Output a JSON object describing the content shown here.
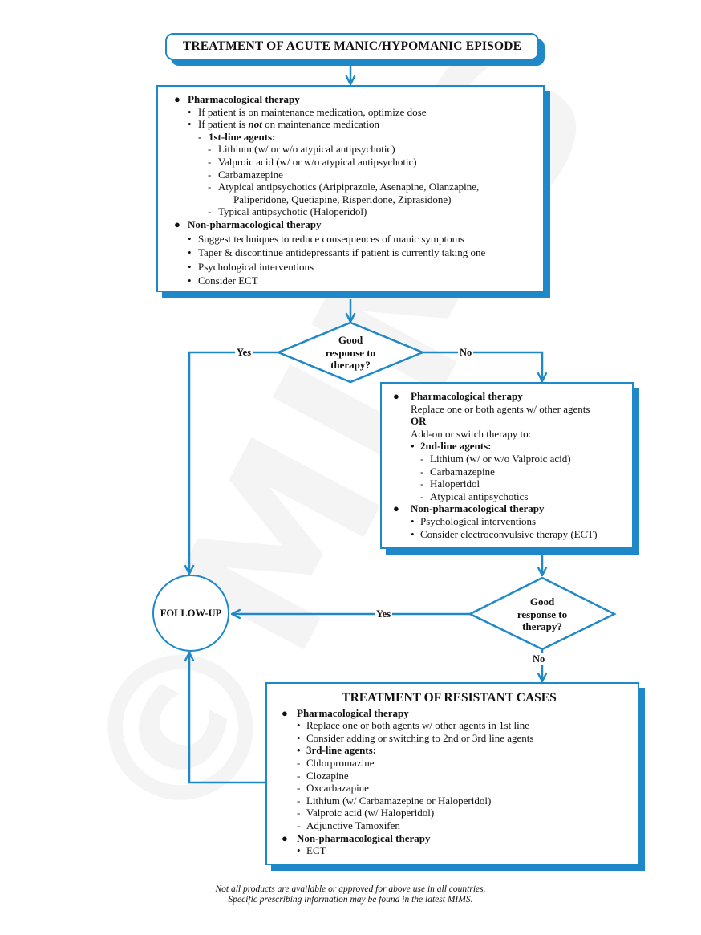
{
  "watermark": "©MIMS",
  "title": "TREATMENT OF ACUTE MANIC/HYPOMANIC EPISODE",
  "box1": {
    "pharm_heading": "Pharmacological therapy",
    "maint_opt": "If patient is on maintenance medication, optimize dose",
    "not_maint_pre": "If patient is ",
    "not_maint_em": "not",
    "not_maint_post": " on maintenance medication",
    "firstline_heading": "1st-line agents:",
    "agents": [
      "Lithium (w/ or w/o atypical antipsychotic)",
      "Valproic acid (w/ or w/o atypical antipsychotic)",
      "Carbamazepine",
      "Atypical antipsychotics (Aripiprazole, Asenapine, Olanzapine,",
      "Paliperidone, Quetiapine, Risperidone, Ziprasidone)",
      "Typical antipsychotic (Haloperidol)"
    ],
    "nonpharm_heading": "Non-pharmacological therapy",
    "nonpharm": [
      "Suggest techniques to reduce consequences of manic symptoms",
      "Taper & discontinue antidepressants if patient is currently taking one",
      "Psychological interventions",
      "Consider ECT"
    ]
  },
  "decision1": {
    "line1": "Good",
    "line2": "response to",
    "line3": "therapy?"
  },
  "decision1_yes": "Yes",
  "decision1_no": "No",
  "box2": {
    "pharm_heading": "Pharmacological therapy",
    "replace": "Replace one or both agents w/ other agents",
    "or": "OR",
    "addon": "Add-on or switch therapy to:",
    "secondline_heading": "2nd-line agents:",
    "agents": [
      "Lithium (w/ or w/o Valproic acid)",
      "Carbamazepine",
      "Haloperidol",
      "Atypical antipsychotics"
    ],
    "nonpharm_heading": "Non-pharmacological therapy",
    "nonpharm": [
      "Psychological interventions",
      "Consider electroconvulsive therapy (ECT)"
    ]
  },
  "followup": "FOLLOW-UP",
  "decision2": {
    "line1": "Good",
    "line2": "response to",
    "line3": "therapy?"
  },
  "decision2_yes": "Yes",
  "decision2_no": "No",
  "box3": {
    "title": "TREATMENT OF RESISTANT CASES",
    "pharm_heading": "Pharmacological therapy",
    "pharm": [
      "Replace one or both agents w/ other agents in 1st line",
      "Consider adding or switching to 2nd or 3rd line agents"
    ],
    "thirdline_heading": "3rd-line agents:",
    "agents": [
      "Chlorpromazine",
      "Clozapine",
      "Oxcarbazapine",
      "Lithium (w/ Carbamazepine or Haloperidol)",
      "Valproic acid (w/ Haloperidol)",
      "Adjunctive Tamoxifen"
    ],
    "nonpharm_heading": "Non-pharmacological therapy",
    "nonpharm": [
      "ECT"
    ]
  },
  "footnote": {
    "line1": "Not all products are available or approved for above use in all countries.",
    "line2": "Specific prescribing information may be found in the latest MIMS."
  }
}
